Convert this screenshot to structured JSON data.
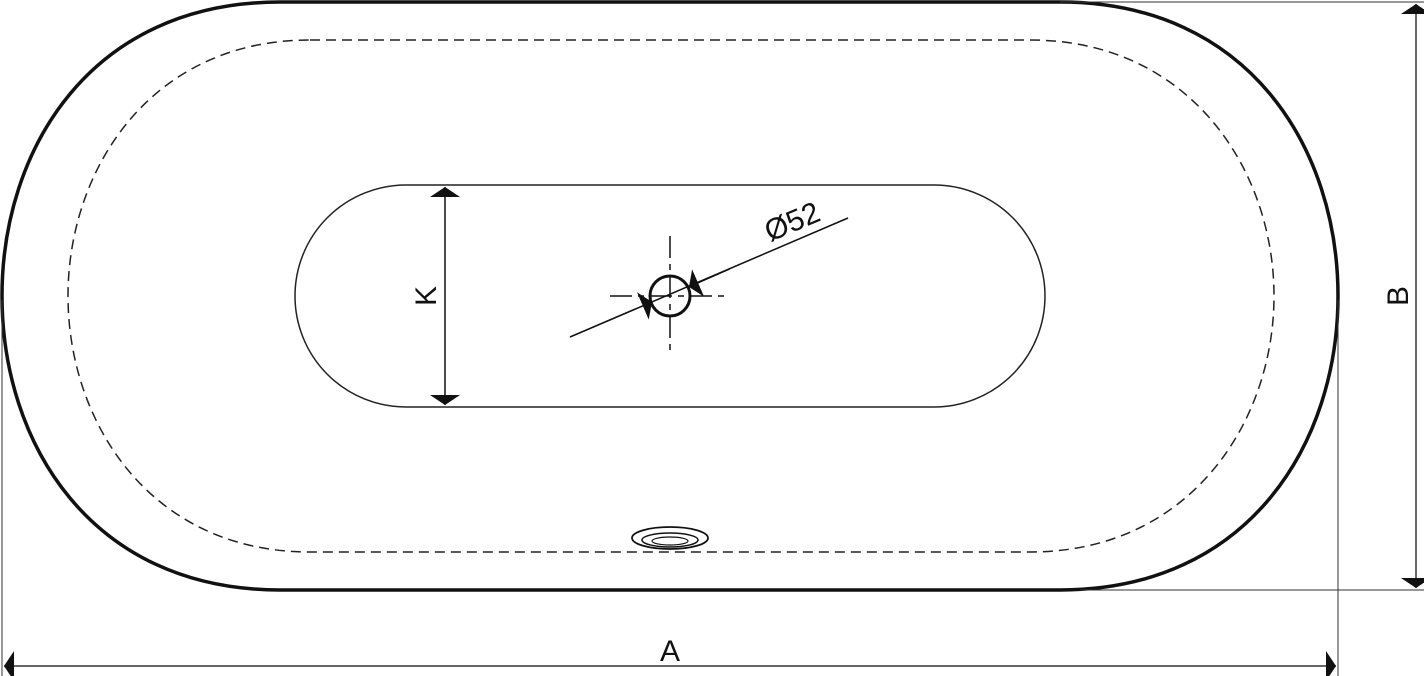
{
  "drawing": {
    "dimension_a_label": "A",
    "dimension_b_label": "B",
    "dimension_k_label": "K",
    "drain_diameter_label": "Ø52"
  },
  "colors": {
    "line": "#111111",
    "background": "#ffffff"
  }
}
